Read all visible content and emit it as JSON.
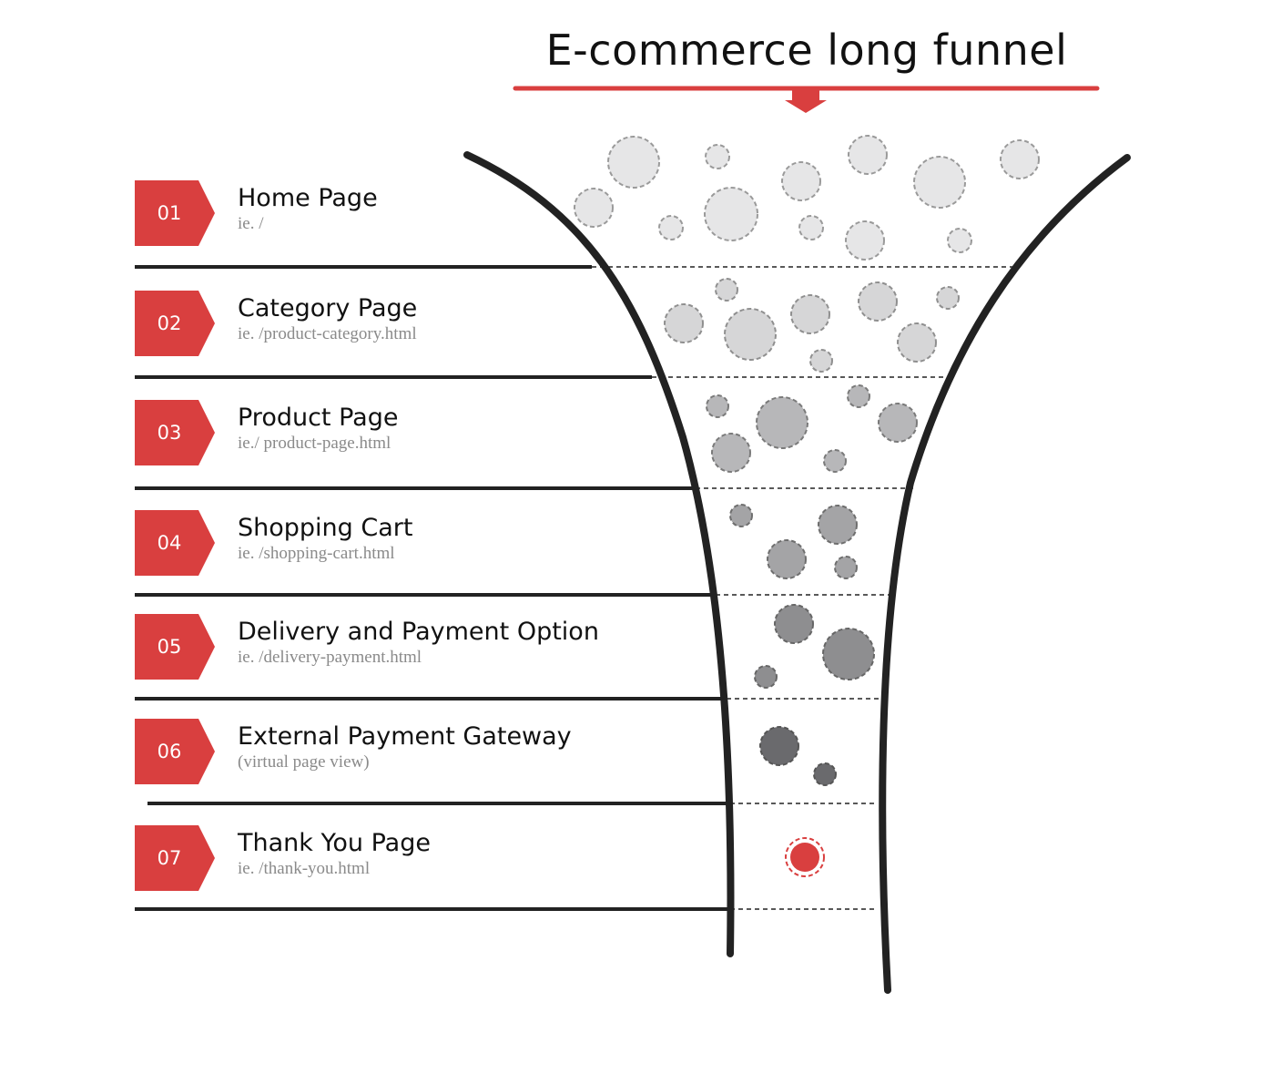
{
  "title": "E-commerce long funnel",
  "colors": {
    "accent": "#d93f3f",
    "funnel_stroke": "#222222",
    "text": "#111111",
    "subtext": "#8a8a8a"
  },
  "steps": [
    {
      "number": "01",
      "name": "Home Page",
      "url": "ie. /"
    },
    {
      "number": "02",
      "name": "Category Page",
      "url": "ie. /product-category.html"
    },
    {
      "number": "03",
      "name": "Product Page",
      "url": "ie./ product-page.html"
    },
    {
      "number": "04",
      "name": "Shopping Cart",
      "url": "ie. /shopping-cart.html"
    },
    {
      "number": "05",
      "name": "Delivery and Payment Option",
      "url": "ie. /delivery-payment.html"
    },
    {
      "number": "06",
      "name": "External Payment Gateway",
      "url": "(virtual page view)"
    },
    {
      "number": "07",
      "name": "Thank You Page",
      "url": "ie. /thank-you.html"
    }
  ]
}
